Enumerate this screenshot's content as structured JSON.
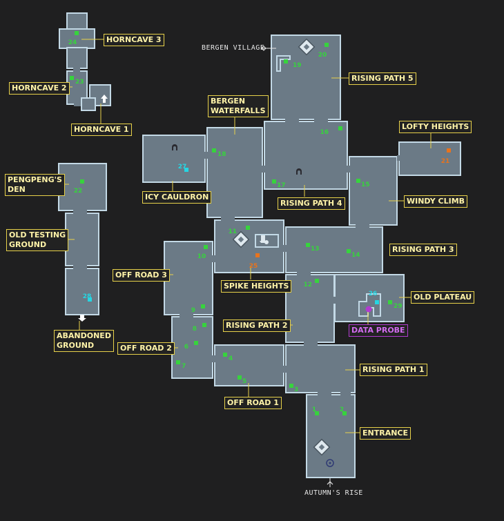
{
  "rooms": [
    {
      "name": "HORNCAVE 3"
    },
    {
      "name": "HORNCAVE 2"
    },
    {
      "name": "HORNCAVE 1"
    },
    {
      "name": "BERGEN VILLAGE"
    },
    {
      "name": "RISING PATH 5"
    },
    {
      "name": "BERGEN\nWATERFALLS"
    },
    {
      "name": "LOFTY HEIGHTS"
    },
    {
      "name": "ICY CAULDRON"
    },
    {
      "name": "RISING PATH 4"
    },
    {
      "name": "PENGPENG'S\nDEN"
    },
    {
      "name": "WINDY CLIMB"
    },
    {
      "name": "OLD TESTING\nGROUND"
    },
    {
      "name": "RISING PATH 3"
    },
    {
      "name": "OFF ROAD 3"
    },
    {
      "name": "SPIKE HEIGHTS"
    },
    {
      "name": "OLD PLATEAU"
    },
    {
      "name": "DATA PROBE"
    },
    {
      "name": "RISING PATH 2"
    },
    {
      "name": "ABANDONED\nGROUND"
    },
    {
      "name": "OFF ROAD 2"
    },
    {
      "name": "RISING PATH 1"
    },
    {
      "name": "OFF ROAD 1"
    },
    {
      "name": "ENTRANCE"
    },
    {
      "name": "AUTUMN'S RISE"
    }
  ],
  "markers": {
    "green": [
      "24",
      "23",
      "20",
      "19",
      "18",
      "16",
      "17",
      "22",
      "15",
      "11",
      "13",
      "14",
      "10",
      "12",
      "29",
      "9",
      "8",
      "6",
      "4",
      "7",
      "5",
      "3",
      "1",
      "2"
    ],
    "cyan": [
      "27",
      "28",
      "26"
    ],
    "orange": [
      "21",
      "25"
    ]
  },
  "colors": {
    "room_fill": "#6b7a86",
    "room_border": "#c3d9e6",
    "label_border": "#e8d24a",
    "label_text": "#fff3a8",
    "green": "#37d33d",
    "cyan": "#25d6e3",
    "orange": "#e8731d",
    "probe": "#b13bd0"
  },
  "icons": [
    "save-crystal-icon",
    "door-arch-icon",
    "up-arrow-icon",
    "down-arrow-icon",
    "data-probe-icon",
    "warp-icon",
    "exit-arrow-icon"
  ]
}
